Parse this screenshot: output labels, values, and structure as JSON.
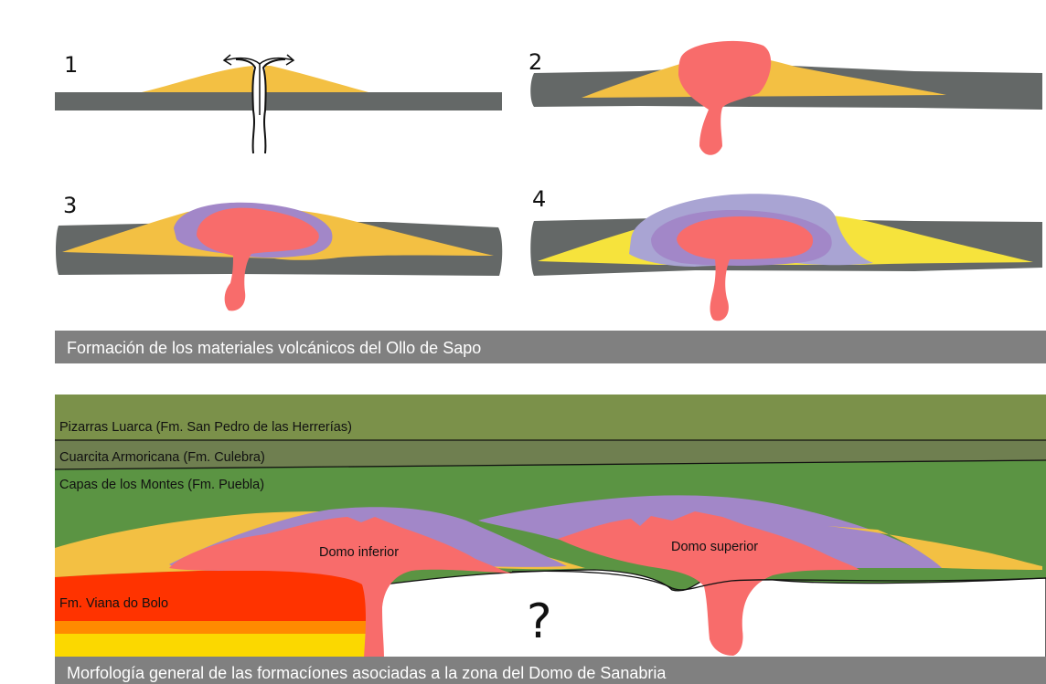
{
  "top": {
    "panels": [
      {
        "number": "1"
      },
      {
        "number": "2"
      },
      {
        "number": "3"
      },
      {
        "number": "4"
      }
    ],
    "caption": "Formación de los materiales volcánicos del Ollo de Sapo"
  },
  "bottom": {
    "layers": {
      "pizarras": "Pizarras Luarca (Fm. San Pedro de las Herrerías)",
      "cuarcita": "Cuarcita Armoricana (Fm. Culebra)",
      "capas": "Capas de los Montes (Fm. Puebla)",
      "viana": "Fm. Viana do Bolo"
    },
    "domes": {
      "inferior": "Domo inferior",
      "superior": "Domo superior"
    },
    "unknown_mark": "?",
    "caption": "Morfología general de las formacíones asociadas a la zona del Domo de Sanabria"
  },
  "colors": {
    "bedrock": "#646867",
    "tuff_orange": "#f3c043",
    "tuff_yellow": "#f6e33c",
    "magma": "#f86c6b",
    "lavender": "#a9a4d3",
    "purple": "#a287c8",
    "pizarras": "#7b914a",
    "cuarcita": "#6f7f50",
    "capas": "#5b9443",
    "viana_red": "#ff3300",
    "viana_orange": "#ff8a00",
    "viana_yellow": "#fbd800",
    "caption_bg": "#808080"
  }
}
